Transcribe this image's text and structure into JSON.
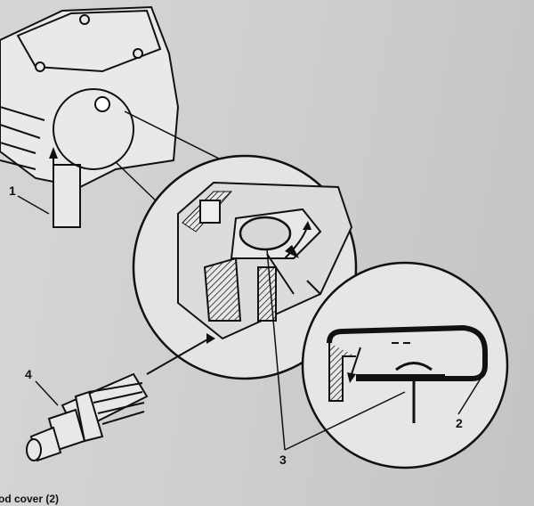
{
  "figure": {
    "callouts": [
      "1",
      "2",
      "3",
      "4"
    ],
    "caption_fragment": "od cover (2)"
  }
}
